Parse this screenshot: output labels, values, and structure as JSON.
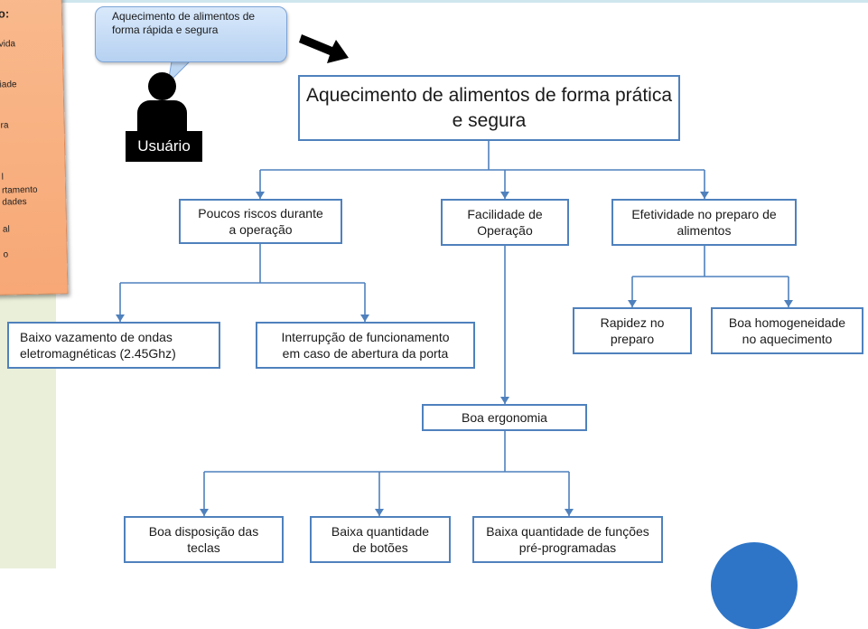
{
  "sidebar_note": {
    "lines": [
      "o:",
      "vida",
      "iade",
      "ra",
      "l",
      "rtamento",
      "dades",
      "al",
      "o"
    ]
  },
  "speech_bubble": {
    "text": "Aquecimento de alimentos de forma rápida e segura"
  },
  "user": {
    "label": "Usuário"
  },
  "diagram": {
    "root": "Aquecimento de alimentos de forma prática e segura",
    "level1": {
      "safety": "Poucos riscos durante a operação",
      "ease": "Facilidade de Operação",
      "effectiveness": "Efetividade no preparo de alimentos"
    },
    "safety_children": {
      "leakage": "Baixo vazamento de ondas eletromagnéticas (2.45Ghz)",
      "interruption": "Interrupção de funcionamento em caso de abertura da porta"
    },
    "effectiveness_children": {
      "speed": "Rapidez no preparo",
      "homogeneity": "Boa homogeneidade no aquecimento"
    },
    "ergonomics": "Boa ergonomia",
    "ergonomics_children": {
      "keys": "Boa disposição das teclas",
      "buttons": "Baixa quantidade de botões",
      "functions": "Baixa quantidade de funções pré-programadas"
    }
  },
  "colors": {
    "box_border": "#4f81bd",
    "connector": "#4f81bd",
    "sticky_note": "#f7a876",
    "bubble": "#c6dcf5",
    "sidebar_bg": "#e9efd9",
    "decor_circle": "#2e75c7"
  },
  "icons": [
    "arrow-pointer-icon",
    "person-icon"
  ]
}
